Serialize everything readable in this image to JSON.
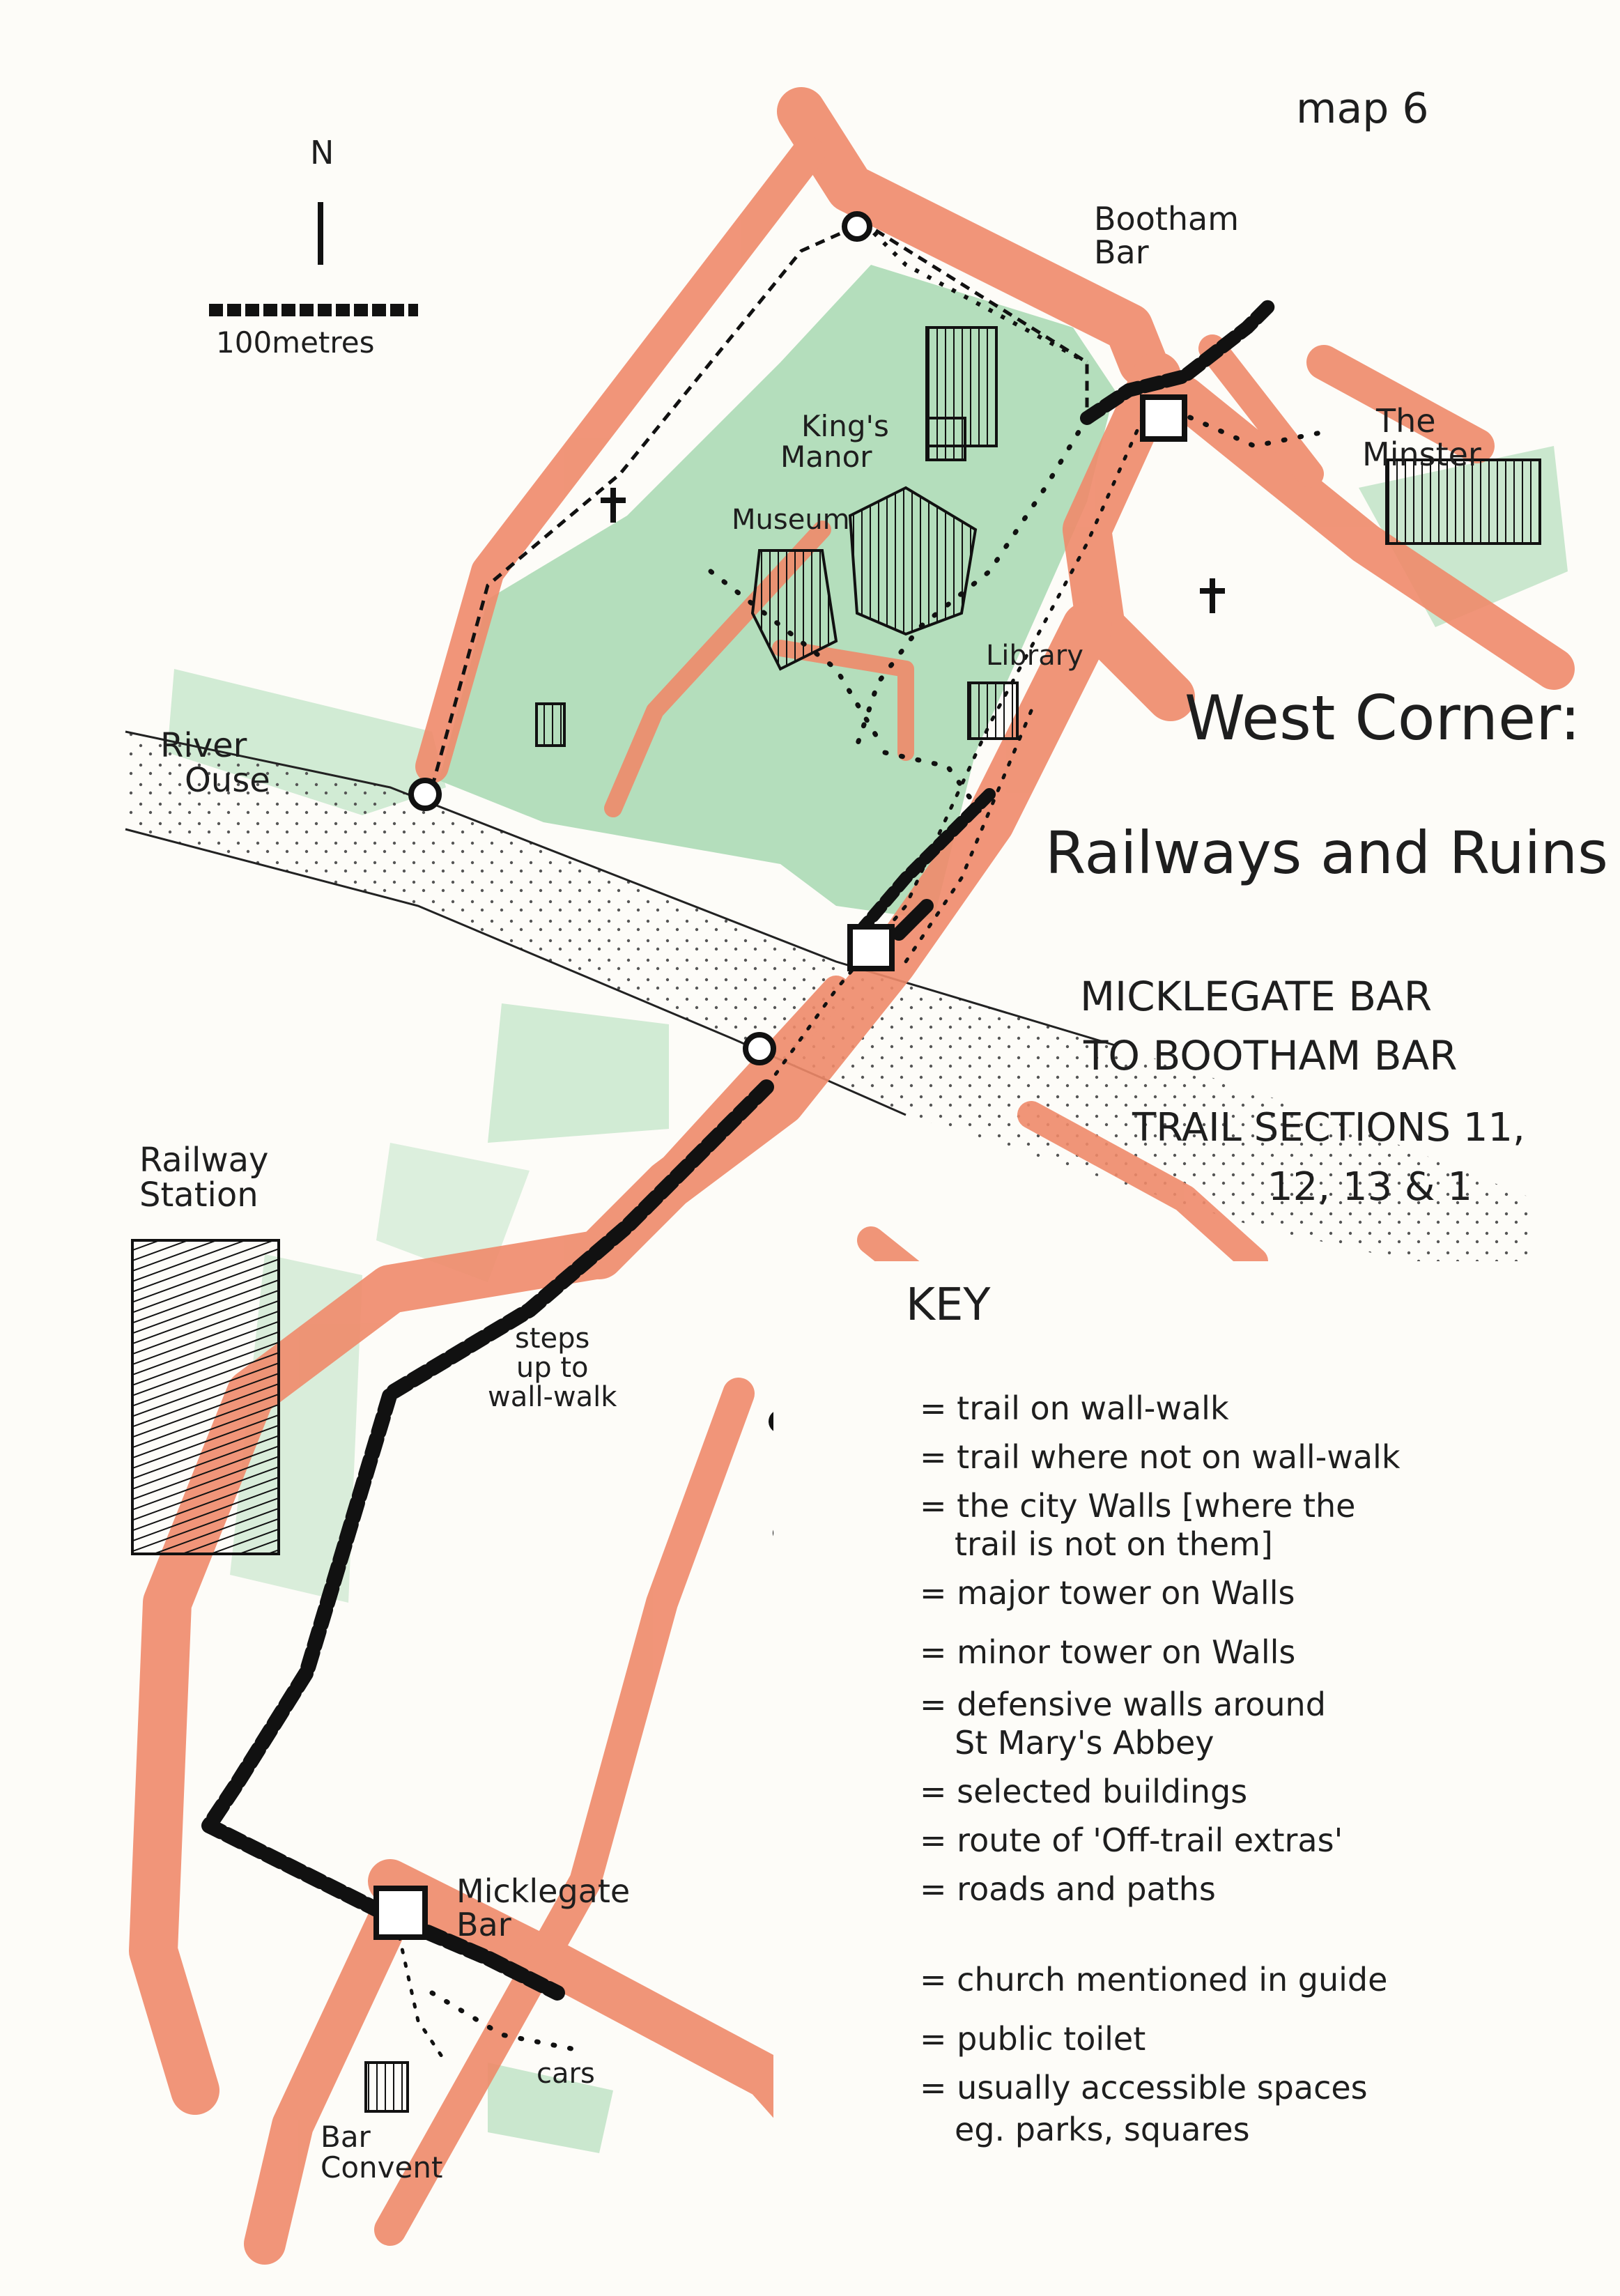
{
  "map_number": "map 6",
  "north_label": "N",
  "scale_label": "100metres",
  "title": {
    "line1": "West Corner:",
    "line2": "Railways and Ruins"
  },
  "subtitle": {
    "line1": "MICKLEGATE BAR",
    "line2": "TO BOOTHAM BAR",
    "line3": "TRAIL SECTIONS 11,",
    "line4": "12, 13 & 1"
  },
  "places": {
    "bootham_bar_1": "Bootham",
    "bootham_bar_2": "Bar",
    "minster_1": "The",
    "minster_2": "Minster",
    "kings_manor_1": "King's",
    "kings_manor_2": "Manor",
    "museum": "Museum",
    "library": "Library",
    "river_1": "River",
    "river_2": "Ouse",
    "railway_1": "Railway",
    "railway_2": "Station",
    "steps_1": "steps",
    "steps_2": "up to",
    "steps_3": "wall-walk",
    "micklegate_1": "Micklegate",
    "micklegate_2": "Bar",
    "cars": "cars",
    "bar_convent_1": "Bar",
    "bar_convent_2": "Convent"
  },
  "key": {
    "heading": "KEY",
    "items": [
      "= trail on wall-walk",
      "= trail where not on wall-walk",
      "= the city Walls [where the",
      "trail is not on them]",
      "= major tower on Walls",
      "= minor tower on Walls",
      "= defensive walls around",
      "St Mary's Abbey",
      "= selected buildings",
      "= route of 'Off-trail extras'",
      "= roads and paths",
      "= church mentioned in guide",
      "= public toilet",
      "= usually accessible spaces",
      "eg. parks, squares"
    ]
  },
  "colors": {
    "road": "#ef8a6a",
    "green": "#9dd3a8",
    "wall": "#1c1c1c",
    "river_dots": "#444444"
  }
}
